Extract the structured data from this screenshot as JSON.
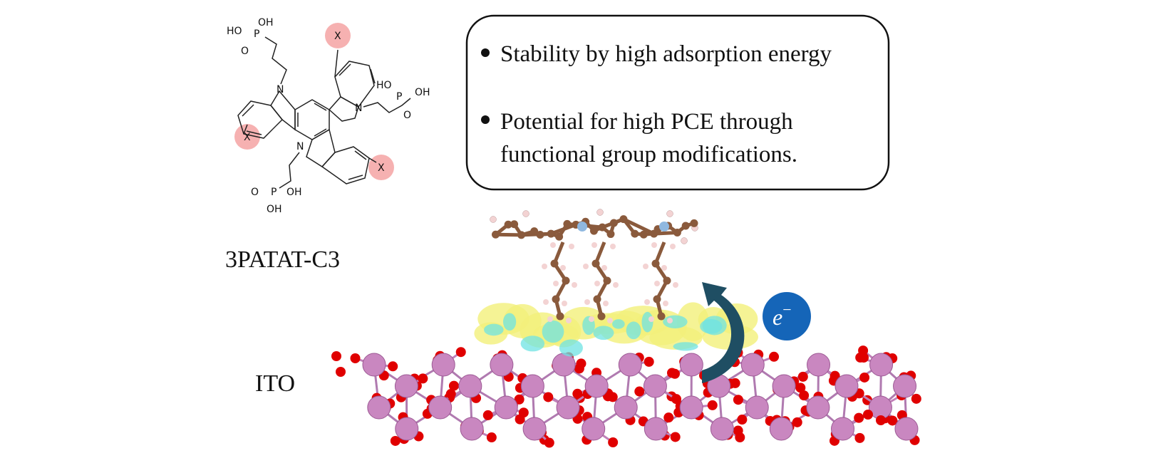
{
  "molecule": {
    "name": "3PATAT-C3",
    "atoms": {
      "substituent": "X",
      "nitrogen": "N",
      "phosphorus": "P",
      "oxygen": "O",
      "hydroxyl_left": "HO",
      "hydroxyl_right": "OH"
    }
  },
  "info_box": {
    "bullet_1": "Stability by high adsorption energy",
    "bullet_2_line_1": "Potential for high PCE through",
    "bullet_2_line_2": "functional group modifications."
  },
  "substrate_label": "ITO",
  "electron": {
    "label": "e",
    "superscript": "−"
  },
  "colors": {
    "x_highlight": "#f5a3a3",
    "carbon": "#8a5a3c",
    "nitrogen": "#8fb8e0",
    "hydrogen": "#f3d3d3",
    "indium": "#c987c0",
    "oxygen": "#e00000",
    "charge_accumulation": "#f2f07a",
    "charge_depletion": "#6fe3e3",
    "arrow": "#1f4e63",
    "electron_badge": "#1565b8"
  }
}
